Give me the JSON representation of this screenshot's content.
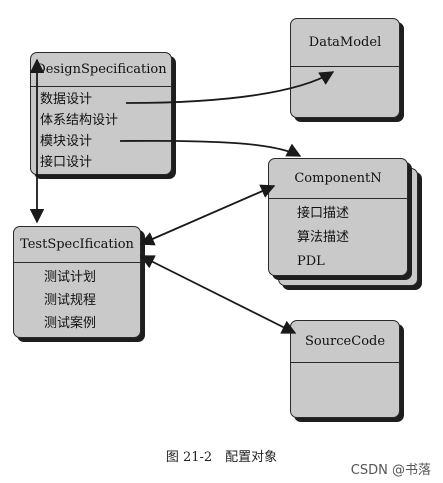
{
  "boxes": {
    "design_spec": {
      "title": "DesignSpecification",
      "items": [
        "数据设计",
        "体系结构设计",
        "模块设计",
        "接口设计"
      ]
    },
    "data_model": {
      "title": "DataModel"
    },
    "component": {
      "title": "ComponentN",
      "items": [
        "接口描述",
        "算法描述",
        "PDL"
      ]
    },
    "test_spec": {
      "title": "TestSpecIfication",
      "items": [
        "测试计划",
        "测试规程",
        "测试案例"
      ]
    },
    "source_code": {
      "title": "SourceCode"
    }
  },
  "caption": "图 21-2　配置对象",
  "watermark": "CSDN @书落",
  "colors": {
    "box_fill": "#c9c9c9",
    "line": "#2a2a2a"
  }
}
